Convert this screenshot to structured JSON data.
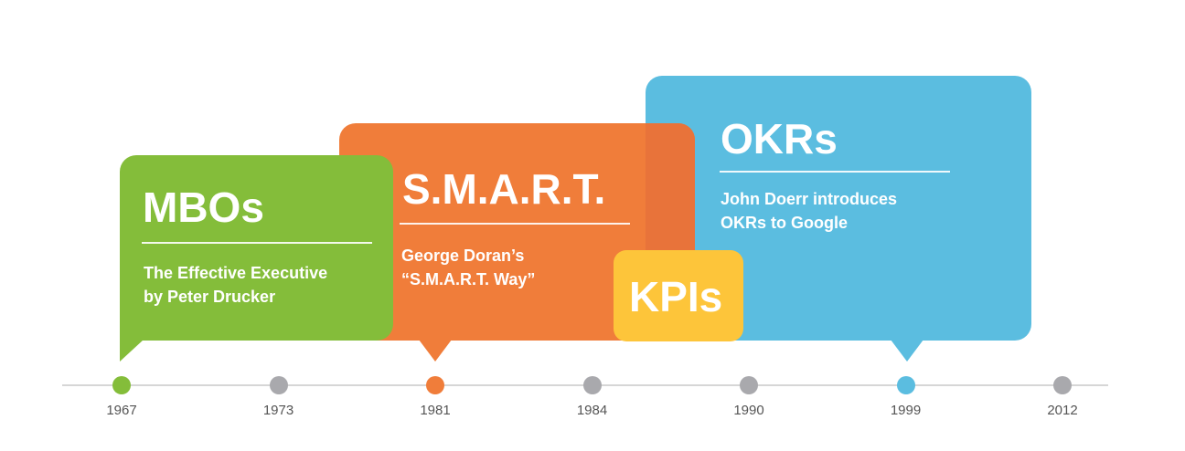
{
  "colors": {
    "mbos": "#84bd3a",
    "smart": "#f07d3a",
    "kpis": "#fdc53a",
    "okrs": "#5bbde0",
    "inactive_dot": "#a9a9ad"
  },
  "cards": {
    "mbos": {
      "title": "MBOs",
      "desc_line1": "The Effective Executive",
      "desc_line2": "by Peter Drucker"
    },
    "smart": {
      "title": "S.M.A.R.T.",
      "desc_line1": "George Doran’s",
      "desc_line2": "“S.M.A.R.T. Way”"
    },
    "kpis": {
      "title": "KPIs"
    },
    "okrs": {
      "title": "OKRs",
      "desc_line1": "John Doerr introduces",
      "desc_line2": "OKRs to Google"
    }
  },
  "timeline": {
    "years": [
      {
        "label": "1967",
        "highlight": "mbos"
      },
      {
        "label": "1973",
        "highlight": null
      },
      {
        "label": "1981",
        "highlight": "smart"
      },
      {
        "label": "1984",
        "highlight": null
      },
      {
        "label": "1990",
        "highlight": null
      },
      {
        "label": "1999",
        "highlight": "okrs"
      },
      {
        "label": "2012",
        "highlight": null
      }
    ]
  }
}
